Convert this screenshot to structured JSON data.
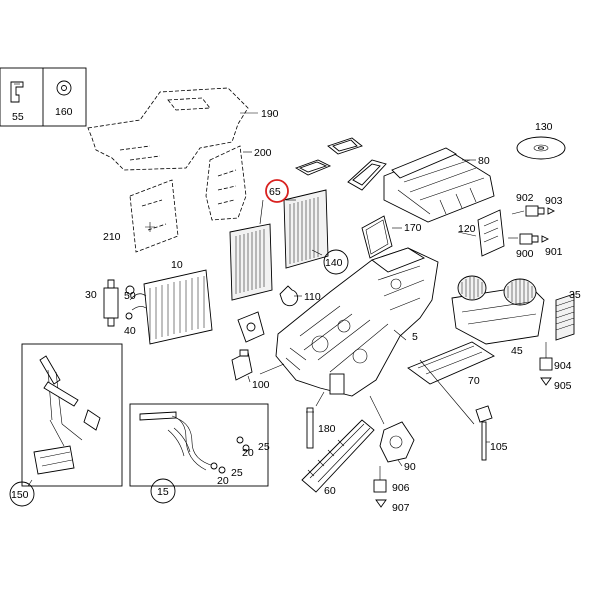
{
  "labels": {
    "p10": "10",
    "p15": "15",
    "p20a": "20",
    "p20b": "20",
    "p25a": "25",
    "p25b": "25",
    "p30": "30",
    "p35": "35",
    "p40": "40",
    "p45": "45",
    "p50": "50",
    "p55": "55",
    "p60": "60",
    "p65": "65",
    "p70": "70",
    "p80": "80",
    "p90": "90",
    "p100": "100",
    "p105": "105",
    "p110": "110",
    "p120": "120",
    "p130": "130",
    "p140": "140",
    "p150": "150",
    "p160": "160",
    "p170": "170",
    "p180": "180",
    "p190": "190",
    "p200": "200",
    "p210": "210",
    "p900": "900",
    "p901": "901",
    "p902": "902",
    "p903": "903",
    "p904": "904",
    "p905": "905",
    "p906": "906",
    "p907": "907",
    "p5": "5"
  },
  "highlight_color": "#d9211f"
}
